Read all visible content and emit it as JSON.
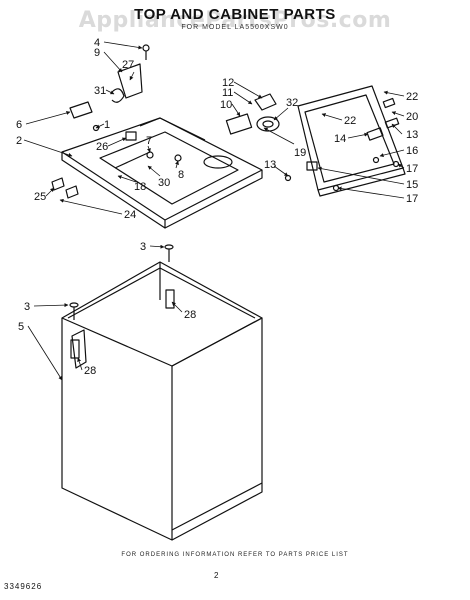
{
  "header": {
    "title": "TOP AND CABINET PARTS",
    "subtitle": "FOR MODEL LA5500XSW0",
    "watermark": "AppliancePartsPros.com"
  },
  "footer": {
    "note": "FOR ORDERING INFORMATION REFER TO PARTS PRICE LIST",
    "doc_number": "3349626",
    "page_number": "2"
  },
  "callouts": [
    {
      "id": "c4",
      "label": "4"
    },
    {
      "id": "c9",
      "label": "9"
    },
    {
      "id": "c27",
      "label": "27"
    },
    {
      "id": "c31",
      "label": "31"
    },
    {
      "id": "c6",
      "label": "6"
    },
    {
      "id": "c1",
      "label": "1"
    },
    {
      "id": "c2",
      "label": "2"
    },
    {
      "id": "c26",
      "label": "26"
    },
    {
      "id": "c7",
      "label": "7"
    },
    {
      "id": "c8",
      "label": "8"
    },
    {
      "id": "c30",
      "label": "30"
    },
    {
      "id": "c18",
      "label": "18"
    },
    {
      "id": "c25",
      "label": "25"
    },
    {
      "id": "c24",
      "label": "24"
    },
    {
      "id": "c12",
      "label": "12"
    },
    {
      "id": "c11",
      "label": "11"
    },
    {
      "id": "c10",
      "label": "10"
    },
    {
      "id": "c32",
      "label": "32"
    },
    {
      "id": "c19",
      "label": "19"
    },
    {
      "id": "c13a",
      "label": "13"
    },
    {
      "id": "c22a",
      "label": "22"
    },
    {
      "id": "c22b",
      "label": "22"
    },
    {
      "id": "c20",
      "label": "20"
    },
    {
      "id": "c14",
      "label": "14"
    },
    {
      "id": "c13b",
      "label": "13"
    },
    {
      "id": "c16",
      "label": "16"
    },
    {
      "id": "c17a",
      "label": "17"
    },
    {
      "id": "c15",
      "label": "15"
    },
    {
      "id": "c17b",
      "label": "17"
    },
    {
      "id": "c3a",
      "label": "3"
    },
    {
      "id": "c28a",
      "label": "28"
    },
    {
      "id": "c3b",
      "label": "3"
    },
    {
      "id": "c5",
      "label": "5"
    },
    {
      "id": "c28b",
      "label": "28"
    }
  ]
}
